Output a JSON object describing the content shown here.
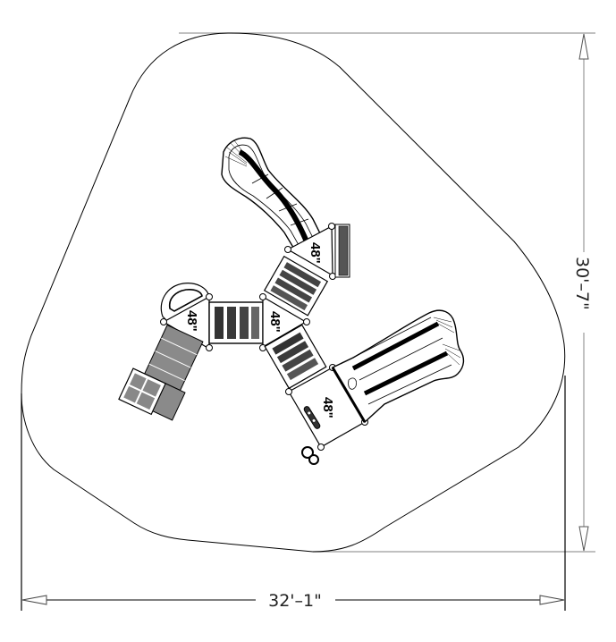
{
  "drawing": {
    "title": "Playground equipment plan view with use zone",
    "colors": {
      "line": "#000000",
      "dimension_line": "#9a9a9a",
      "background": "#ffffff"
    },
    "dimensions": {
      "width_label": "32'–1\"",
      "height_label": "30'–7\""
    },
    "decks": [
      {
        "id": "deck-top",
        "label": "48\""
      },
      {
        "id": "deck-left",
        "label": "48\""
      },
      {
        "id": "deck-center",
        "label": "48\""
      },
      {
        "id": "deck-right",
        "label": "48\""
      }
    ],
    "components": [
      "curved-slide",
      "double-wave-slide",
      "climber-panel",
      "bridge-center",
      "bridge-upper",
      "bridge-lower",
      "steering-panel",
      "stairs-entry",
      "ring-climber"
    ]
  }
}
